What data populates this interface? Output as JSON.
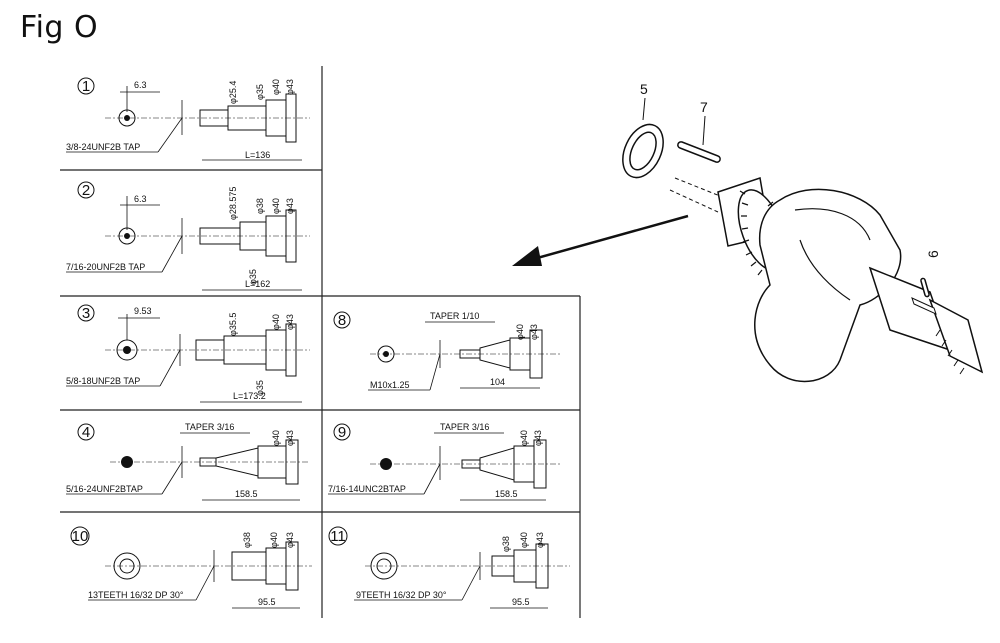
{
  "figure": {
    "title": "Fig O"
  },
  "variants": [
    {
      "num": "1",
      "offset": "6.3",
      "dia_left": "φ25.4",
      "dia_mid": "φ35",
      "dia_a": "φ40",
      "dia_b": "φ43",
      "length": "L=136",
      "thread": "3/8-24UNF2B TAP"
    },
    {
      "num": "2",
      "offset": "6.3",
      "dia_left": "φ28.575",
      "dia_mid": "φ38",
      "dia_a": "φ40",
      "dia_b": "φ43",
      "dia_low": "φ35",
      "length": "L=162",
      "thread": "7/16-20UNF2B TAP"
    },
    {
      "num": "3",
      "offset": "9.53",
      "dia_left": "φ35.5",
      "dia_a": "φ40",
      "dia_b": "φ43",
      "dia_low": "φ35",
      "length": "L=173.2",
      "thread": "5/8-18UNF2B TAP"
    },
    {
      "num": "4",
      "taper": "TAPER 3/16",
      "dia_a": "φ40",
      "dia_b": "φ43",
      "length": "158.5",
      "thread": "5/16-24UNF2BTAP"
    },
    {
      "num": "8",
      "taper": "TAPER 1/10",
      "dia_a": "φ40",
      "dia_b": "φ43",
      "length": "104",
      "thread": "M10x1.25"
    },
    {
      "num": "9",
      "taper": "TAPER 3/16",
      "dia_a": "φ40",
      "dia_b": "φ43",
      "length": "158.5",
      "thread": "7/16-14UNC2BTAP"
    },
    {
      "num": "10",
      "dia_mid": "φ38",
      "dia_a": "φ40",
      "dia_b": "φ43",
      "length": "95.5",
      "thread": "13TEETH 16/32 DP 30°"
    },
    {
      "num": "11",
      "dia_mid": "φ38",
      "dia_a": "φ40",
      "dia_b": "φ43",
      "length": "95.5",
      "thread": "9TEETH 16/32 DP 30°"
    }
  ],
  "callouts": {
    "washer": "5",
    "key": "7",
    "small_key": "6"
  }
}
